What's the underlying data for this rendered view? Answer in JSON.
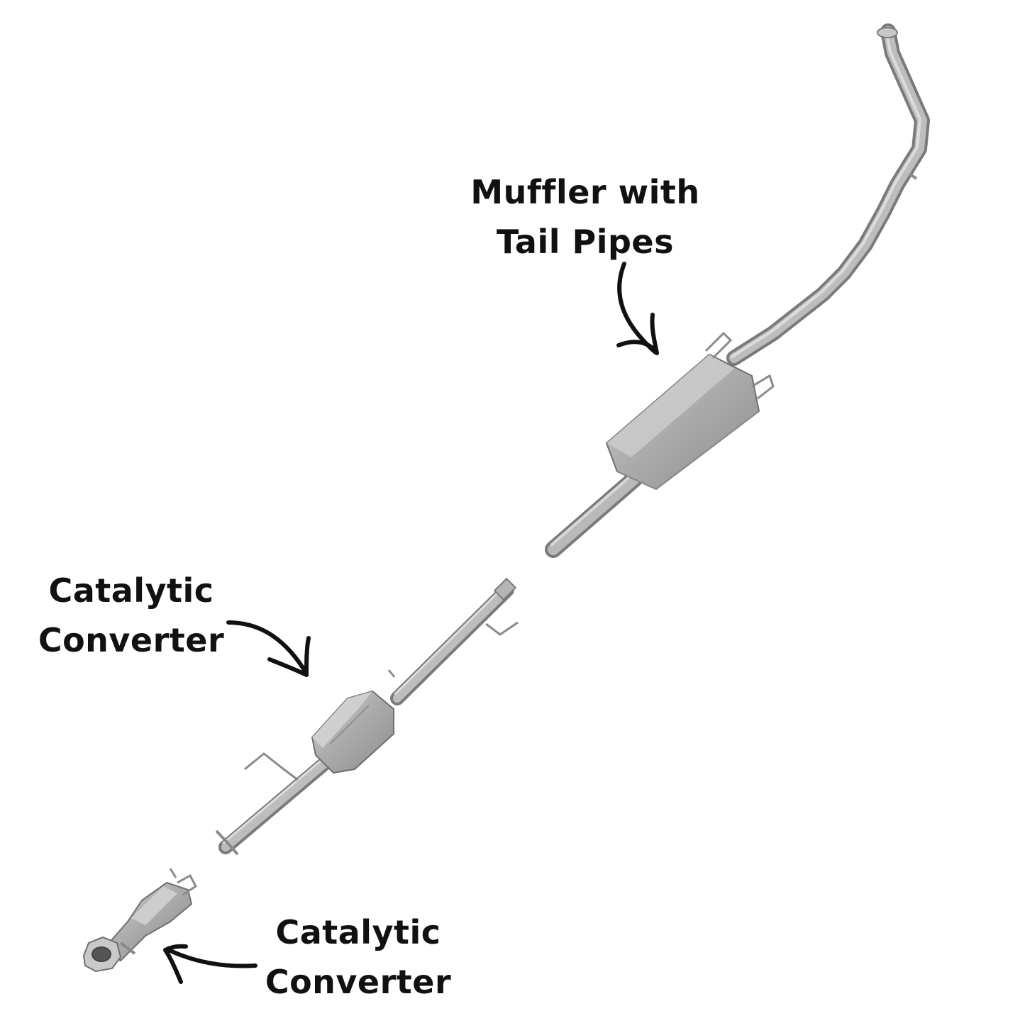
{
  "labels": {
    "muffler": {
      "line1": "Muffler with",
      "line2": "Tail Pipes"
    },
    "cat_mid": {
      "line1": "Catalytic",
      "line2": "Converter"
    },
    "cat_low": {
      "line1": "Catalytic",
      "line2": "Converter"
    }
  },
  "colors": {
    "background": "#ffffff",
    "text": "#111111",
    "arrow": "#111111",
    "metal_light": "#c4c4c4",
    "metal_mid": "#a9a9a9",
    "metal_dark": "#7d7d7d",
    "outline": "#6f6f6f"
  },
  "icons": {
    "muffler_arrow": "curved-arrow-down-icon",
    "cat_mid_arrow": "curved-arrow-down-right-icon",
    "cat_low_arrow": "curved-arrow-left-icon"
  }
}
